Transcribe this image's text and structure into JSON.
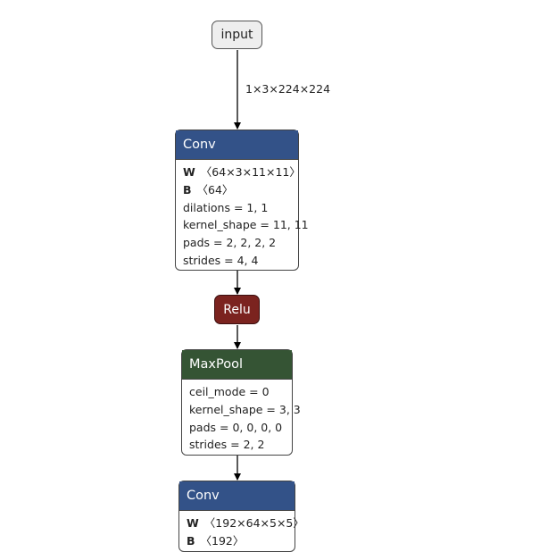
{
  "graph": {
    "input_node": {
      "label": "input"
    },
    "edge_input_conv": {
      "label": "1×3×224×224"
    },
    "conv1": {
      "op": "Conv",
      "tensors": [
        {
          "name": "W",
          "shape": "〈64×3×11×11〉"
        },
        {
          "name": "B",
          "shape": "〈64〉"
        }
      ],
      "attributes": [
        "dilations = 1, 1",
        "kernel_shape = 11, 11",
        "pads = 2, 2, 2, 2",
        "strides = 4, 4"
      ]
    },
    "relu1": {
      "op": "Relu"
    },
    "maxpool1": {
      "op": "MaxPool",
      "attributes": [
        "ceil_mode = 0",
        "kernel_shape = 3, 3",
        "pads = 0, 0, 0, 0",
        "strides = 2, 2"
      ]
    },
    "conv2": {
      "op": "Conv",
      "tensors": [
        {
          "name": "W",
          "shape": "〈192×64×5×5〉"
        },
        {
          "name": "B",
          "shape": "〈192〉"
        }
      ]
    }
  },
  "colors": {
    "conv_header": "#335288",
    "pool_header": "#355434",
    "relu_fill": "#7b231f",
    "input_fill": "#eeeeee",
    "edge": "#000000"
  }
}
